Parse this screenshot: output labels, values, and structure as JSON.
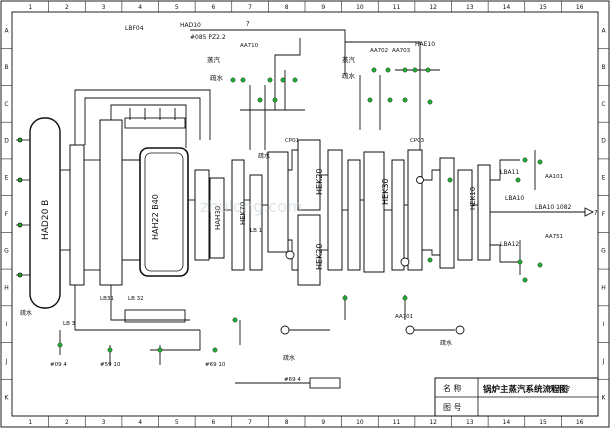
{
  "frame": {
    "col_labels": [
      "1",
      "2",
      "3",
      "4",
      "5",
      "6",
      "7",
      "8",
      "9",
      "10",
      "11",
      "12",
      "13",
      "14",
      "15",
      "16"
    ],
    "row_labels": [
      "A",
      "B",
      "C",
      "D",
      "E",
      "F",
      "G",
      "H",
      "I",
      "J",
      "K"
    ]
  },
  "title_block": {
    "name_label": "名 称",
    "number_label": "图 号",
    "title": "锅炉主蒸汽系统流程图",
    "title_tail": "汽 系 ?"
  },
  "watermark": "zhulong.com",
  "equipment": {
    "reheater_drum": "HAD20 B",
    "main_heater": "HAH22 B40",
    "superheater_1": "HAH30",
    "hek70": "HEK70",
    "hek20_a": "HEK20",
    "hek20_b": "HEK20",
    "hek30": "HEK30",
    "hek10": "HEK10",
    "lba11": "LBA11",
    "lba12": "LBA12",
    "lba10": "LBA10",
    "main_out": "LBA10 1082"
  },
  "labels": {
    "top_drain": "HAD10",
    "top_line": "LBF04",
    "top_dn": "#085 PZ2.2",
    "aa710": "AA710",
    "aa702": "AA702",
    "aa703": "AA703",
    "hae10": "HAE10",
    "steam_1": "蒸汽",
    "water_1": "疏水",
    "steam_2": "蒸汽",
    "water_2": "疏水",
    "drain_1": "疏水",
    "drain_2": "疏水",
    "drain_3": "疏水",
    "drain_4": "疏水",
    "cp01": "CP01",
    "cp03": "CP03",
    "lb3": "LB 3",
    "lb32": "LB 32",
    "lb31": "LB31",
    "lb1": "LB 1",
    "aa751": "AA751",
    "aa101": "AA101",
    "aa701": "AA701",
    "outlet_1": "#69 4",
    "outlet_2": "#09 4",
    "outlet_3": "#69 10",
    "outlet_4": "#59 10",
    "q1": "?",
    "q2": "?"
  }
}
